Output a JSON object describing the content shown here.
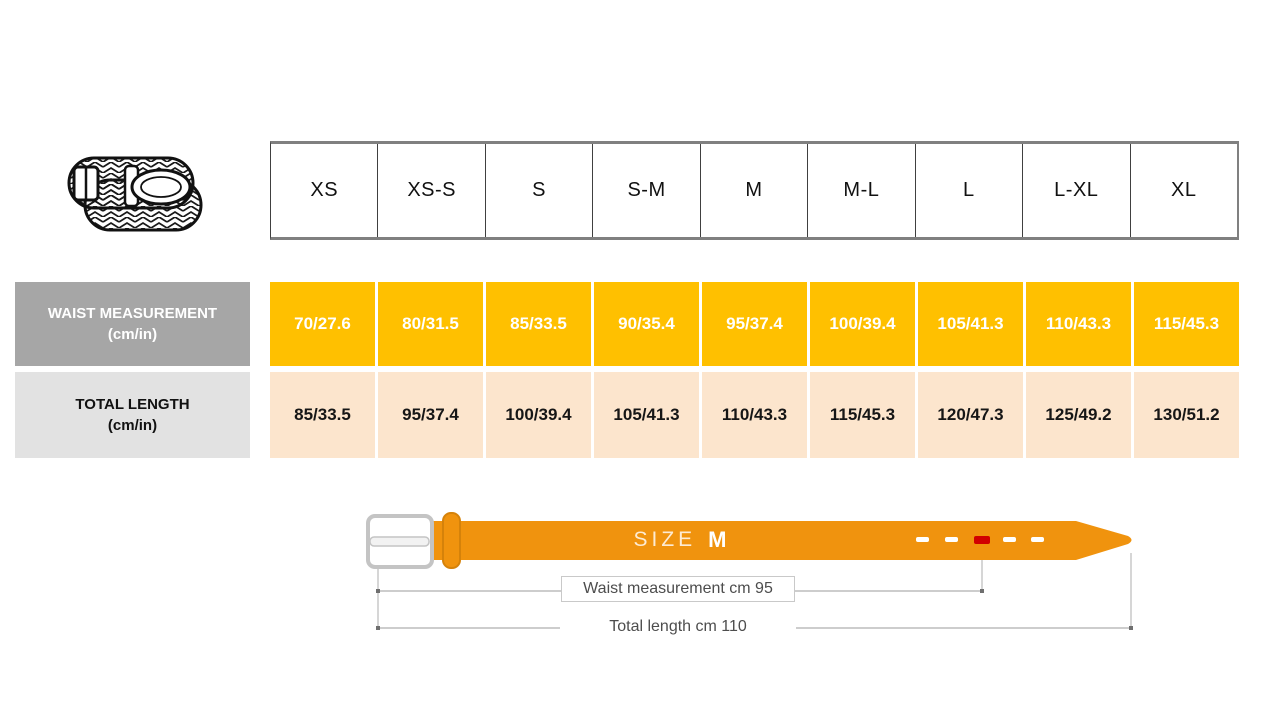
{
  "size_header": {
    "labels": [
      "XS",
      "XS-S",
      "S",
      "S-M",
      "M",
      "M-L",
      "L",
      "L-XL",
      "XL"
    ]
  },
  "rows": [
    {
      "label": "WAIST MEASUREMENT",
      "unit": "(cm/in)",
      "values": [
        "70/27.6",
        "80/31.5",
        "85/33.5",
        "90/35.4",
        "95/37.4",
        "100/39.4",
        "105/41.3",
        "110/43.3",
        "115/45.3"
      ]
    },
    {
      "label": "TOTAL LENGTH",
      "unit": "(cm/in)",
      "values": [
        "85/33.5",
        "95/37.4",
        "100/39.4",
        "105/41.3",
        "110/43.3",
        "115/45.3",
        "120/47.3",
        "125/49.2",
        "130/51.2"
      ]
    }
  ],
  "belt_diagram": {
    "size_word": "SIZE",
    "size_value": "M",
    "waist_annotation": "Waist measurement cm 95",
    "length_annotation": "Total length cm 110"
  },
  "colors": {
    "waist_cell_bg": "#ffc000",
    "length_cell_bg": "#fce5cd",
    "waist_label_bg": "#a6a6a6",
    "length_label_bg": "#e2e2e2",
    "belt_orange": "#f0930e",
    "marked_hole_red": "#d10000"
  }
}
